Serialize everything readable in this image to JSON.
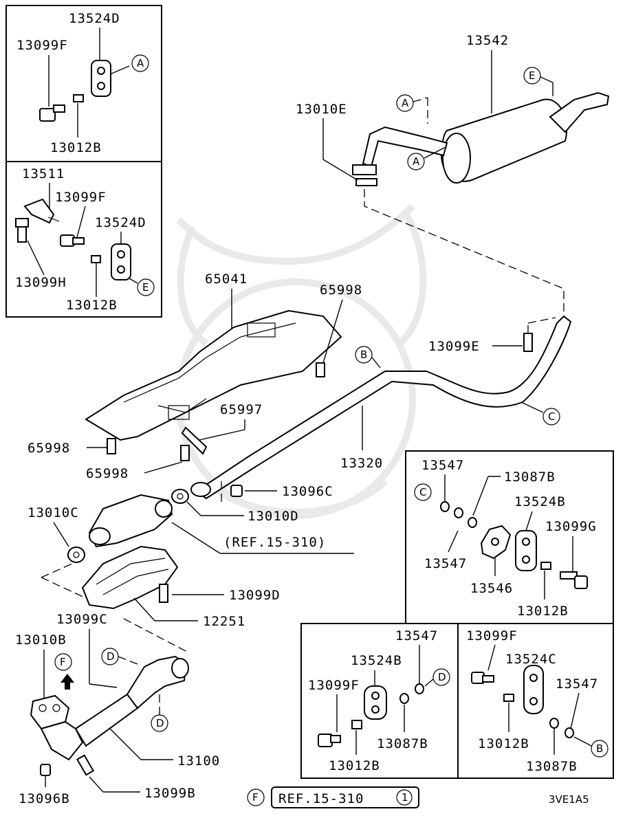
{
  "labels": {
    "p13524D_top": "13524D",
    "p13099F_top": "13099F",
    "p13012B_top": "13012B",
    "p13511": "13511",
    "p13099F_mid": "13099F",
    "p13524D_mid": "13524D",
    "p13099H": "13099H",
    "p13012B_mid": "13012B",
    "p13542": "13542",
    "p13010E": "13010E",
    "p65041": "65041",
    "p65998_a": "65998",
    "p13099E": "13099E",
    "p65997": "65997",
    "p65998_b": "65998",
    "p65998_c": "65998",
    "p13320": "13320",
    "p13096C": "13096C",
    "p13010D": "13010D",
    "p13010C": "13010C",
    "ref_main": "(REF.15-310)",
    "p13099D": "13099D",
    "p12251": "12251",
    "p13099C": "13099C",
    "p13010B": "13010B",
    "p13100": "13100",
    "p13096B": "13096B",
    "p13099B": "13099B",
    "p13547_a": "13547",
    "p13087B_a": "13087B",
    "p13524B_a": "13524B",
    "p13099G": "13099G",
    "p13547_b": "13547",
    "p13546": "13546",
    "p13012B_r": "13012B",
    "p13547_c": "13547",
    "p13524B_b": "13524B",
    "p13099F_b": "13099F",
    "p13087B_b": "13087B",
    "p13012B_b": "13012B",
    "p13099F_c": "13099F",
    "p13524C": "13524C",
    "p13547_d": "13547",
    "p13012B_c": "13012B",
    "p13087B_c": "13087B",
    "ref_bottom": "REF.15-310",
    "ref_bottom_num": "1",
    "diagram_code": "3VE1A5"
  },
  "callouts": {
    "A": "A",
    "B": "B",
    "C": "C",
    "D": "D",
    "E": "E",
    "F": "F"
  }
}
